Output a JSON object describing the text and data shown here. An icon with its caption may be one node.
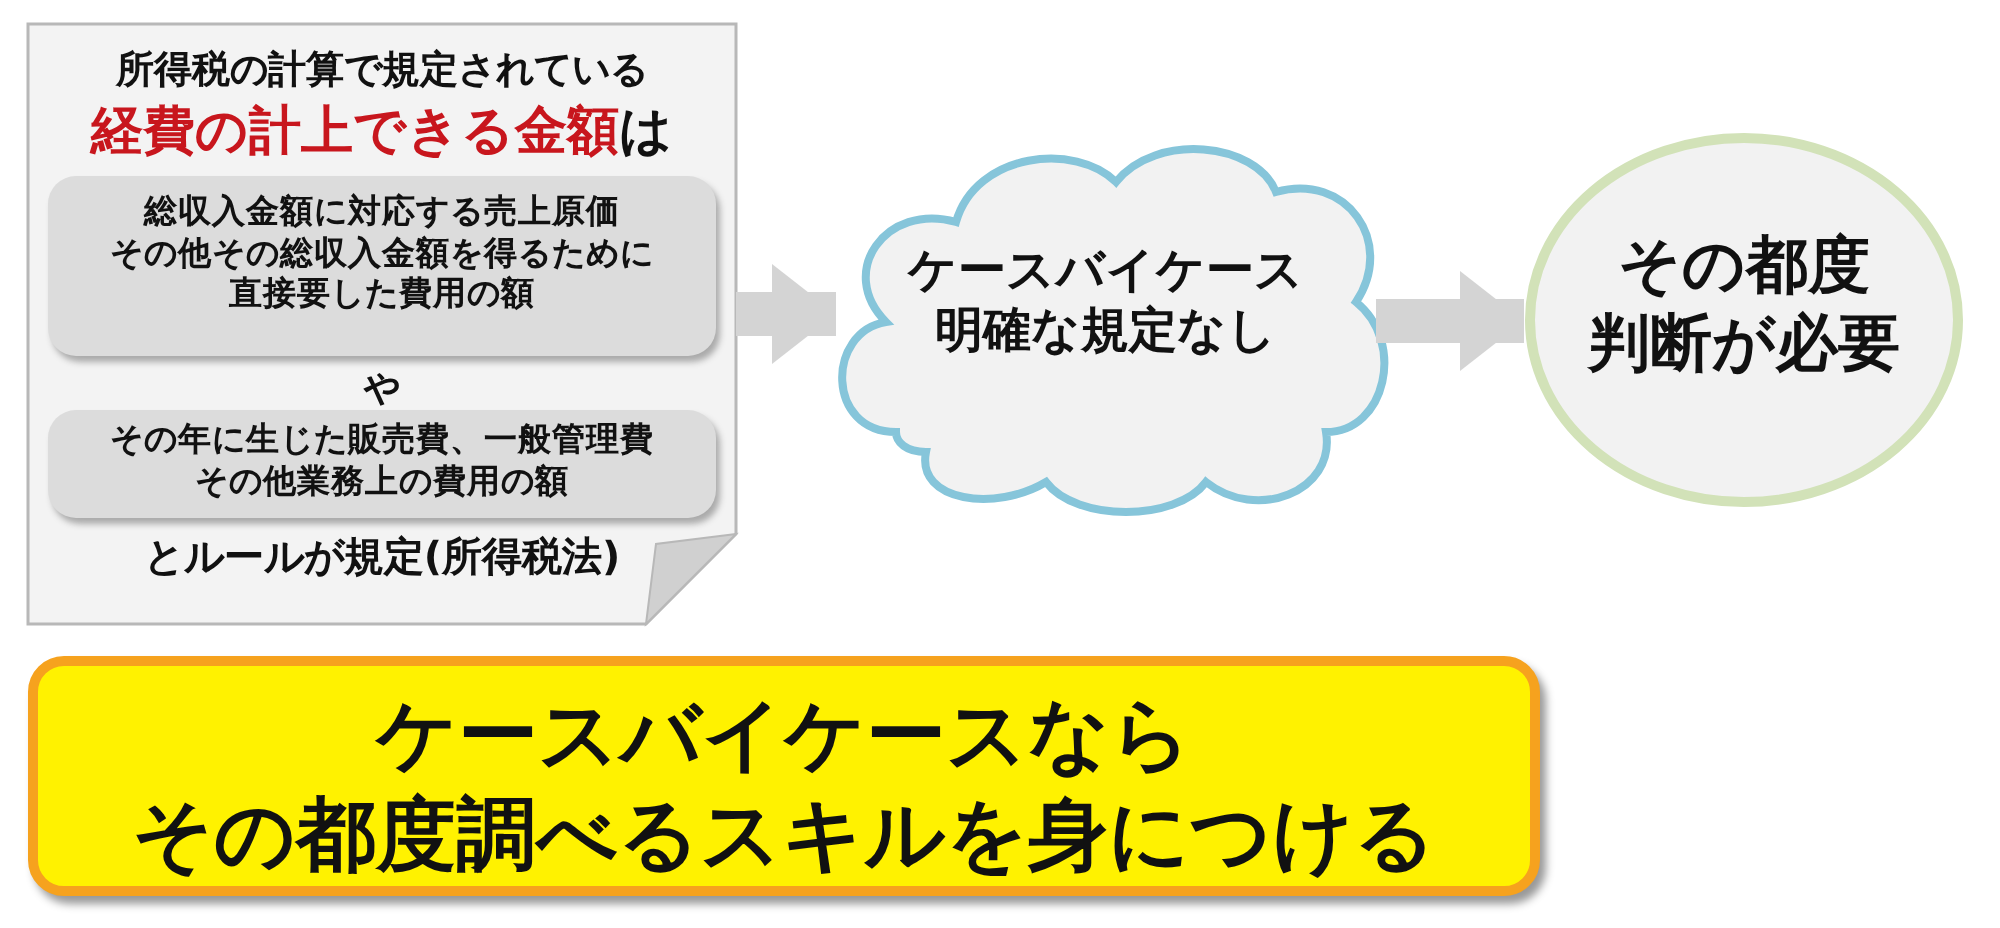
{
  "diagram": {
    "nodes": [
      {
        "text": [
          "所得税の計算で規定されている",
          "**経費の計上できる金額**は",
          "や",
          "とルールが規定(所得税法)"
        ]
      },
      {
        "text": [
          "総収入金額に対応する売上原価その他その総収入金額を得るために直接要した費用の額"
        ],
        "in": 0
      },
      {
        "text": [
          "その年に生じた販売費、一般管理費その他業務上の費用の額"
        ],
        "in": 0
      },
      {
        "text": [
          "ケースバイケース明確な規定なし"
        ]
      },
      {
        "text": [
          "その都度判断が必要"
        ]
      },
      {
        "text": [
          "ケースバイケースならその都度調べるスキルを身につける"
        ]
      }
    ],
    "edges": [
      {
        "from": 0,
        "to": 3,
        "arrow": "to"
      },
      {
        "from": 3,
        "to": 4,
        "arrow": "to"
      }
    ]
  }
}
